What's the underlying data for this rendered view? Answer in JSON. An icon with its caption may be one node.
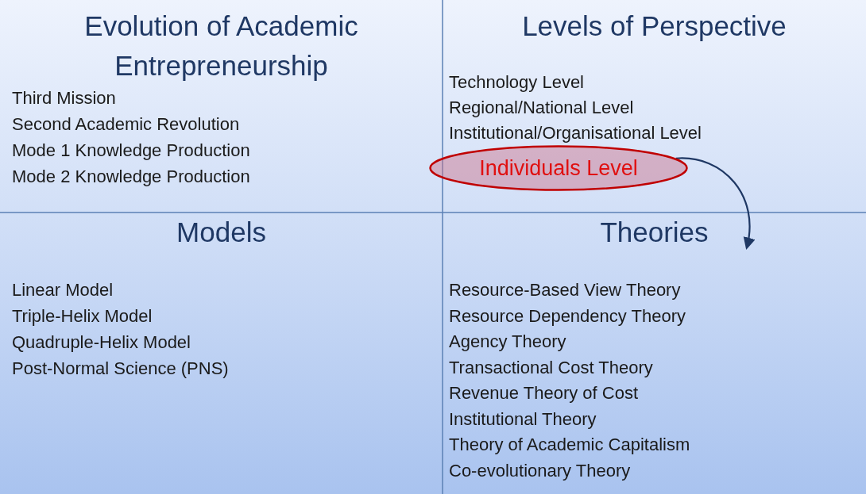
{
  "diagram": {
    "nodes": [
      {
        "text": [
          "Evolution of Academic Entrepreneurship",
          "Third Mission",
          "Second Academic Revolution",
          "Mode 1 Knowledge Production",
          "Mode 2 Knowledge Production"
        ]
      },
      {
        "text": [
          "Levels of Perspective",
          "Technology Level",
          "Regional/National Level",
          "Institutional/Organisational Level"
        ]
      },
      {
        "text": [
          "Individuals Level"
        ]
      },
      {
        "text": [
          "Models",
          "Linear Model",
          "Triple-Helix Model",
          "Quadruple-Helix Model",
          "Post-Normal Science (PNS)"
        ]
      },
      {
        "text": [
          "Theories",
          "Resource-Based View Theory",
          "Resource Dependency Theory",
          "Agency Theory",
          "Transactional Cost Theory",
          "Revenue Theory of Cost",
          "Institutional Theory",
          "Theory of Academic Capitalism",
          "Co-evolutionary Theory"
        ]
      }
    ],
    "edges": [
      {
        "from": 2,
        "to": 4,
        "arrow": "to"
      }
    ]
  }
}
